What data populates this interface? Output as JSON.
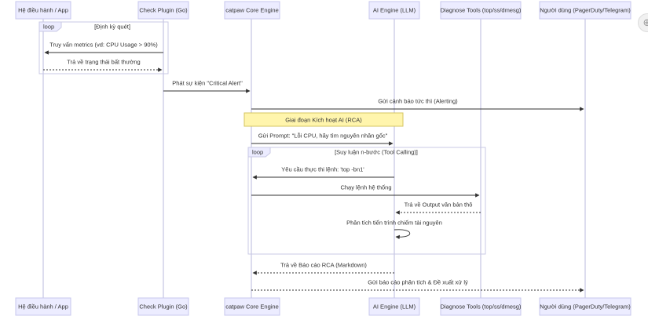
{
  "actors": [
    {
      "id": "os",
      "label": "Hệ điều hành / App"
    },
    {
      "id": "plugin",
      "label": "Check Plugin (Go)"
    },
    {
      "id": "core",
      "label": "catpaw Core Engine"
    },
    {
      "id": "ai",
      "label": "AI Engine (LLM)"
    },
    {
      "id": "tools",
      "label": "Diagnose Tools (top/ss/dmesg)"
    },
    {
      "id": "user",
      "label": "Người dùng (PagerDuty/Telegram)"
    }
  ],
  "loops": [
    {
      "label": "loop",
      "condition": "[Định kỳ quét]"
    },
    {
      "label": "loop",
      "condition": "[Suy luận n-bước (Tool Calling)]"
    }
  ],
  "note": {
    "text": "Giai đoạn Kích hoạt AI (RCA)"
  },
  "messages": [
    {
      "from": "plugin",
      "to": "os",
      "style": "solid",
      "text": "Truy vấn metrics (vd: CPU Usage > 90%)"
    },
    {
      "from": "os",
      "to": "plugin",
      "style": "dotted",
      "text": "Trả về trạng thái bất thường"
    },
    {
      "from": "plugin",
      "to": "core",
      "style": "solid",
      "text": "Phát sự kiện \"Critical Alert\""
    },
    {
      "from": "core",
      "to": "user",
      "style": "solid",
      "text": "Gửi cảnh báo tức thì (Alerting)"
    },
    {
      "from": "core",
      "to": "ai",
      "style": "solid",
      "text": "Gửi Prompt: \"Lỗi CPU, hãy tìm nguyên nhân gốc\""
    },
    {
      "from": "ai",
      "to": "core",
      "style": "solid",
      "text": "Yêu cầu thực thi lệnh: 'top -bn1'"
    },
    {
      "from": "core",
      "to": "tools",
      "style": "solid",
      "text": "Chạy lệnh hệ thống"
    },
    {
      "from": "tools",
      "to": "ai",
      "style": "dotted",
      "text": "Trả về Output văn bản thô"
    },
    {
      "from": "ai",
      "to": "ai",
      "style": "solid",
      "text": "Phân tích tiến trình chiếm tài nguyên"
    },
    {
      "from": "ai",
      "to": "core",
      "style": "dotted",
      "text": "Trả về Báo cáo RCA (Markdown)"
    },
    {
      "from": "core",
      "to": "user",
      "style": "dotted",
      "text": "Gửi báo cáo phân tích & Đề xuất xử lý"
    }
  ],
  "ui": {
    "zoom_icon": "zoom-icon"
  }
}
